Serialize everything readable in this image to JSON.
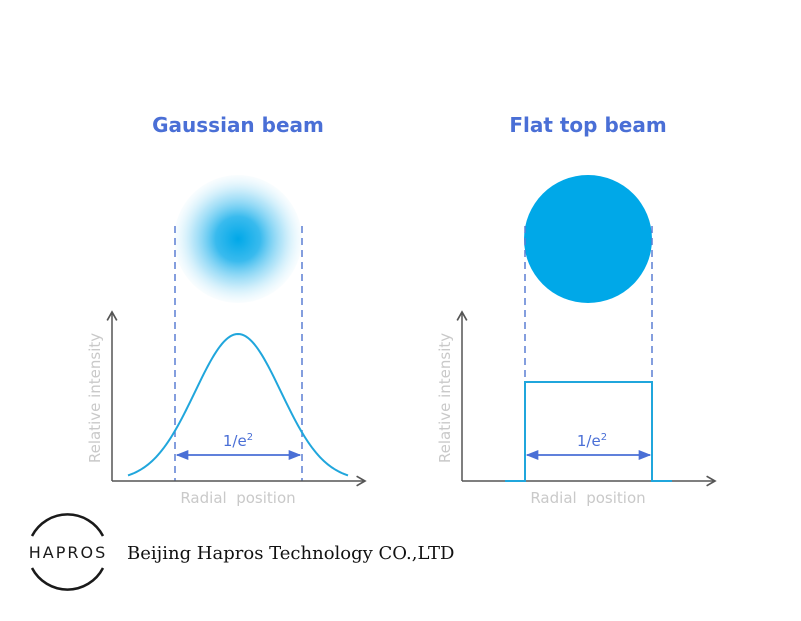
{
  "colors": {
    "title": "#4a6fd6",
    "beam": "#00a8e8",
    "profile": "#20a6dc",
    "dash": "#5c7fd3",
    "arrow": "#4a6fd6",
    "axis": "#555555",
    "axis_label": "#c9c9c9",
    "logo": "#1a1a1a",
    "company": "#111111"
  },
  "gaussian_panel": {
    "title": "Gaussian beam",
    "ylabel": "Relative intensity",
    "xlabel": "Radial  position",
    "marker_base": "1/e",
    "marker_exp": "2"
  },
  "flattop_panel": {
    "title": "Flat top beam",
    "ylabel": "Relative intensity",
    "xlabel": "Radial  position",
    "marker_base": "1/e",
    "marker_exp": "2"
  },
  "footer": {
    "logo_text": "HAPROS",
    "company": "Beijing Hapros Technology CO.,LTD"
  }
}
